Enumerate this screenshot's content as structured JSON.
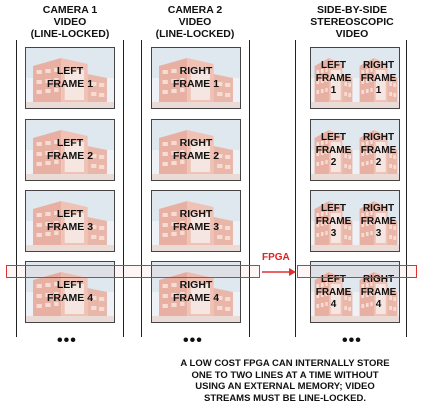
{
  "columns": [
    {
      "title": "CAMERA 1\nVIDEO\n(LINE-LOCKED)",
      "frames": [
        "LEFT\nFRAME 1",
        "LEFT\nFRAME 2",
        "LEFT\nFRAME 3",
        "LEFT\nFRAME 4"
      ]
    },
    {
      "title": "CAMERA 2\nVIDEO\n(LINE-LOCKED)",
      "frames": [
        "RIGHT\nFRAME 1",
        "RIGHT\nFRAME 2",
        "RIGHT\nFRAME 3",
        "RIGHT\nFRAME 4"
      ]
    },
    {
      "title": "SIDE-BY-SIDE\nSTEREOSCOPIC\nVIDEO",
      "frames": [
        {
          "left": "LEFT\nFRAME\n1",
          "right": "RIGHT\nFRAME\n1"
        },
        {
          "left": "LEFT\nFRAME\n2",
          "right": "RIGHT\nFRAME\n2"
        },
        {
          "left": "LEFT\nFRAME\n3",
          "right": "RIGHT\nFRAME\n3"
        },
        {
          "left": "LEFT\nFRAME\n4",
          "right": "RIGHT\nFRAME\n4"
        }
      ]
    }
  ],
  "continuation": "•••",
  "fpga_label": "FPGA",
  "note": "A LOW COST FPGA CAN INTERNALLY STORE\nONE TO TWO LINES AT A TIME WITHOUT\nUSING AN EXTERNAL MEMORY; VIDEO\nSTREAMS MUST  BE LINE-LOCKED.",
  "colors": {
    "line_highlight": "#e03030",
    "fpga_text": "#d22222"
  }
}
